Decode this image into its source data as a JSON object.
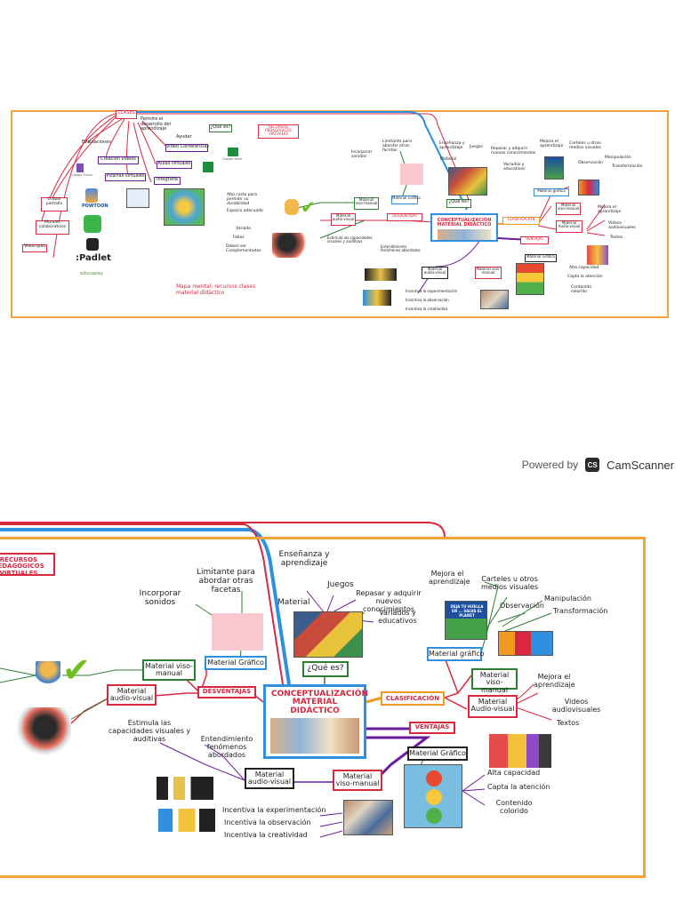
{
  "colors": {
    "frame": "#f0a43a",
    "blue_path": "#2f8fe0",
    "red_path": "#d8283f",
    "purple_path": "#6a1b9a",
    "green_branch": "#2e7d32",
    "red_box": "#d8283f",
    "blue_box": "#2f8fe0",
    "green_box": "#2e7d32",
    "orange_box": "#f29a1f"
  },
  "page1": {
    "left_branch": {
      "clases": "CLASES",
      "permite_desarrollo": "Permite el desarrollo del aprendizaje",
      "que_es": "¿Qué es?",
      "recursos": "RECURSOS PEDAGÓGICOS VIRTUALES",
      "ayudar": "Ayudar",
      "video_conferencias": "Video Conferencias",
      "evaluaciones": "Evaluaciones",
      "creacion_videos": "Creación videos",
      "aulas_virtuales": "Aulas virtuales",
      "pizarras_virtuales": "Pizarras virtuales",
      "infografia": "Infografía",
      "grabar_pantalla": "Grabar pantalla",
      "murales": "Murales colaborativos",
      "video_guia": "Video guía",
      "powtoon": "POWTOON",
      "padlet": ":Padlet",
      "educaplay": "educaplay",
      "google_forms": "Google Forms",
      "google_meet": "Google Meet",
      "mapa_mental": "Mapa mental: recursos clases material didáctico"
    }
  },
  "map": {
    "central": "CONCEPTUALIZACIÓN MATERIAL DIDÁCTICO",
    "que_es": "¿Qué es?",
    "que_es_items": [
      "Enseñanza y aprendizaje",
      "Juegos",
      "Material",
      "Repasar y adquirir nuevos conocimientos",
      "Variados y educativos"
    ],
    "clasificacion": "CLASIFICACIÓN",
    "clasificacion_items": {
      "grafico": "Material gráfico",
      "grafico_items": [
        "Mejora el aprendizaje",
        "Carteles u otros medios visuales",
        "Observación",
        "Manipulación",
        "Transformación"
      ],
      "viso_manual": "Material viso-manual",
      "audio_visual": "Material Audio-visual",
      "audio_visual_items": [
        "Mejora el aprendizaje",
        "Videos audiovisuales",
        "Textos"
      ]
    },
    "ventajas": "VENTAJAS",
    "ventajas_items": {
      "grafico": "Material Gráfico",
      "grafico_items": [
        "Alta capacidad",
        "Capta la atención",
        "Contenido colorido"
      ],
      "viso_manual": "Material viso-manual",
      "viso_manual_items": [
        "Incentiva la experimentación",
        "Incentiva la observación",
        "Incentiva la creatividad"
      ],
      "audio_visual": "Material audio-visual",
      "audio_visual_items": [
        "Estimula las capacidades visuales y auditivas",
        "Entendimiento fenómenos abordados"
      ]
    },
    "desventajas": "DESVENTAJAS",
    "desventajas_items": {
      "grafico": "Material Gráfico",
      "grafico_items": [
        "Limitante para abordar otras facetas",
        "Incorporar sonidos"
      ],
      "viso_manual": "Material viso-manual",
      "viso_manual_items": [
        "Alto costo para permitir su durabilidad",
        "Espacio adecuado"
      ],
      "audio_visual": "Material audio-visual",
      "audio_visual_items": [
        "Variado",
        "Fallas",
        "Deben ser Complementados"
      ]
    },
    "poster_text": "DEJA TU HUELLA EN ... SALVA EL PLANET"
  },
  "scanner": {
    "powered_by": "Powered by",
    "logo": "CS",
    "name": "CamScanner"
  }
}
